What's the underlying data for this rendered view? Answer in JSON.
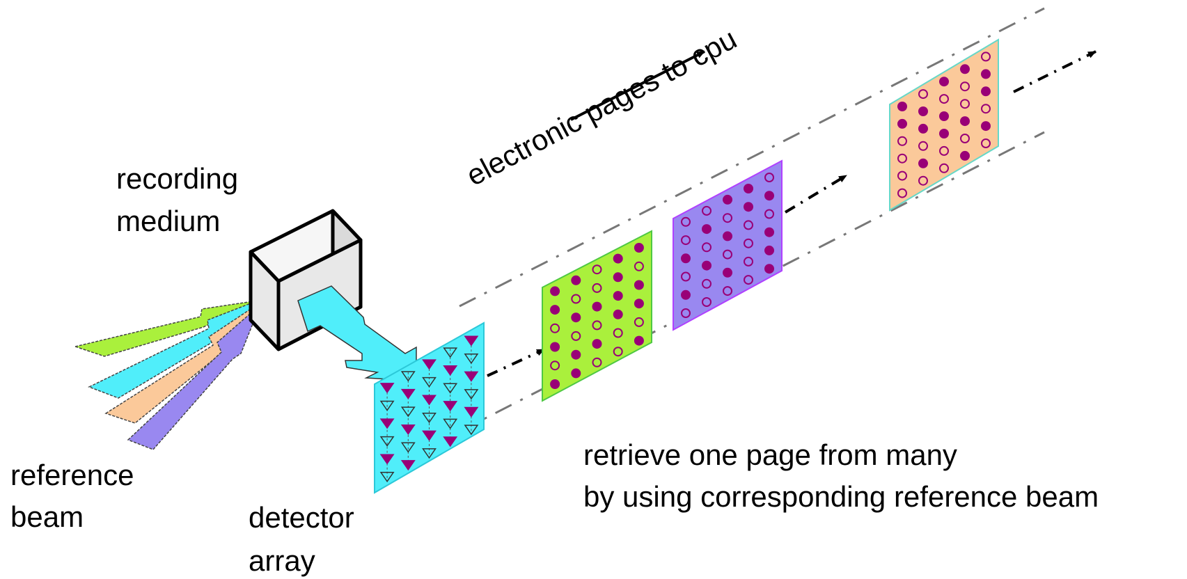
{
  "labels": {
    "recording_medium": [
      "recording",
      "medium"
    ],
    "reference_beam": [
      "reference",
      "beam"
    ],
    "detector_array": [
      "detector",
      "array"
    ],
    "electronic_pages": "electronic pages to cpu",
    "caption": [
      "retrieve one page from many",
      "by using corresponding reference beam"
    ]
  },
  "colors": {
    "green": "#aaf03c",
    "cyan": "#50eefa",
    "peach": "#fbc99a",
    "purple": "#9988f0",
    "dot": "#990077",
    "cube_face": "#ebebeb",
    "dash": "#777777"
  },
  "pages": [
    {
      "name": "green-page",
      "pattern": [
        [
          1,
          1,
          0,
          1,
          1
        ],
        [
          1,
          0,
          0,
          1,
          0
        ],
        [
          0,
          1,
          1,
          1,
          1
        ],
        [
          1,
          0,
          0,
          1,
          1
        ],
        [
          0,
          1,
          1,
          0,
          0
        ],
        [
          1,
          1,
          0,
          0,
          1
        ]
      ]
    },
    {
      "name": "purple-page",
      "pattern": [
        [
          0,
          0,
          1,
          1,
          0
        ],
        [
          0,
          1,
          0,
          1,
          1
        ],
        [
          1,
          0,
          1,
          0,
          0
        ],
        [
          0,
          1,
          0,
          0,
          1
        ],
        [
          1,
          0,
          1,
          0,
          1
        ],
        [
          0,
          0,
          0,
          0,
          1
        ]
      ]
    },
    {
      "name": "peach-page",
      "pattern": [
        [
          1,
          0,
          1,
          1,
          0
        ],
        [
          1,
          1,
          0,
          0,
          1
        ],
        [
          0,
          1,
          1,
          0,
          1
        ],
        [
          0,
          0,
          1,
          1,
          0
        ],
        [
          0,
          1,
          0,
          0,
          1
        ],
        [
          0,
          0,
          0,
          1,
          0
        ]
      ]
    }
  ]
}
